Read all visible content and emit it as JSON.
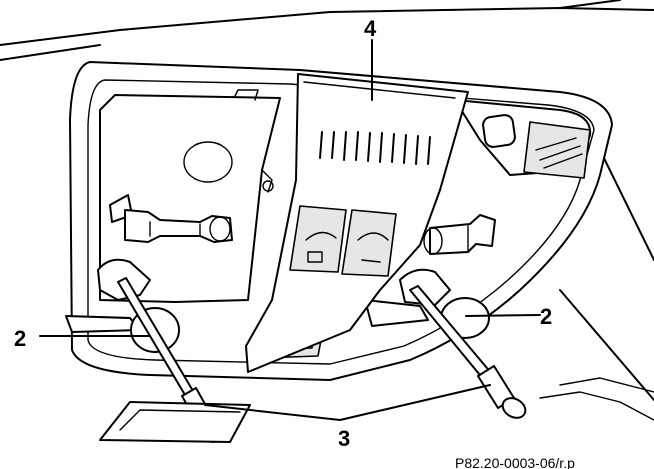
{
  "figure": {
    "callouts": {
      "mounting_screw_left": "2",
      "mounting_screw_right": "2",
      "screwdrivers": "3",
      "switch_cover": "4"
    },
    "reference_code": "P82.20-0003-06/r.p"
  }
}
